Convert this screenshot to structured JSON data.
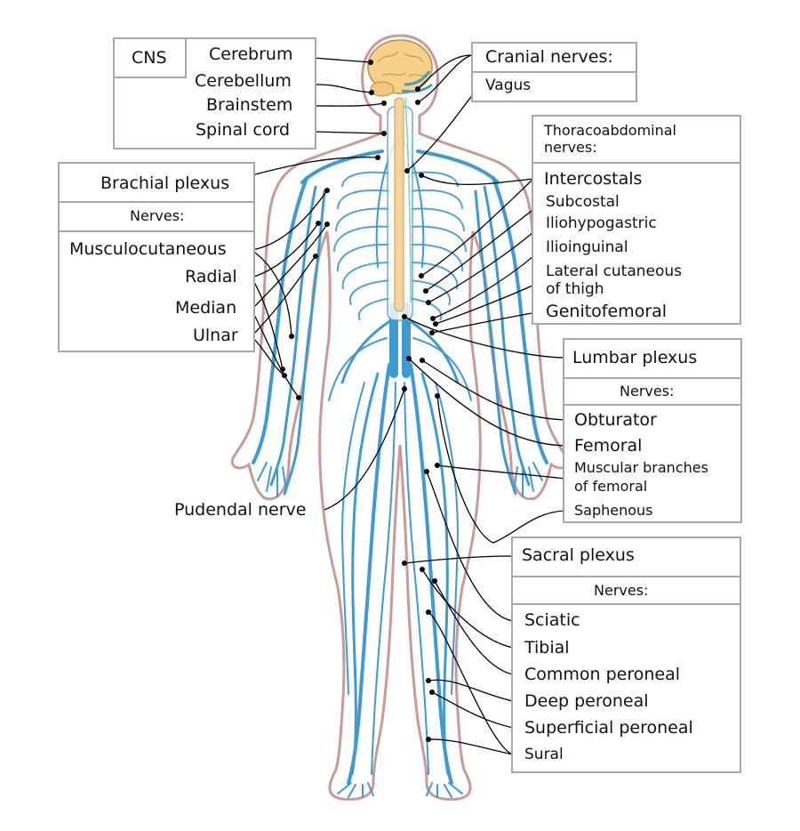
{
  "cns_box": {
    "title": "CNS",
    "items": [
      "Cerebrum",
      "Cerebellum",
      "Brainstem",
      "Spinal cord"
    ]
  },
  "cranial_box": {
    "title": "Cranial nerves:",
    "items": [
      "Vagus"
    ]
  },
  "thoraco_box": {
    "title_line1": "Thoracoabdominal",
    "title_line2": "nerves:",
    "items": [
      "Intercostals",
      "Subcostal",
      "Iliohypogastric",
      "Ilioinguinal",
      "Lateral cutaneous",
      "of thigh",
      "Genitofemoral"
    ]
  },
  "brachial_box": {
    "title": "Brachial plexus",
    "subtitle": "Nerves:",
    "items": [
      "Musculocutaneous",
      "Radial",
      "Median",
      "Ulnar"
    ]
  },
  "lumbar_box": {
    "title": "Lumbar plexus",
    "subtitle": "Nerves:",
    "items": [
      "Obturator",
      "Femoral",
      "Muscular branches",
      "of femoral",
      "Saphenous"
    ]
  },
  "pudendal": "Pudendal nerve",
  "sacral_box": {
    "title": "Sacral plexus",
    "subtitle": "Nerves:",
    "items": [
      "Sciatic",
      "Tibial",
      "Common peroneal",
      "Deep peroneal",
      "Superficial peroneal",
      "Sural"
    ]
  },
  "colors": {
    "nerve": "#3d9bd1",
    "skin": "#c99a98",
    "brain": "#f7d08a",
    "cord": "#f4d49a",
    "box_border": "#a8a8a8"
  }
}
